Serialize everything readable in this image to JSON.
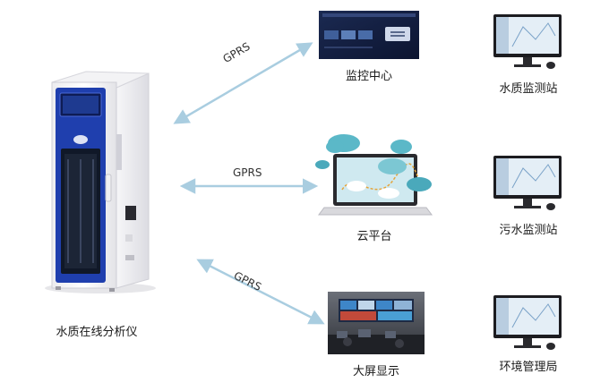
{
  "diagram": {
    "device_label": "水质在线分析仪",
    "link_label": "GPRS",
    "targets": [
      {
        "id": "monitoring-center",
        "label": "监控中心"
      },
      {
        "id": "cloud-platform",
        "label": "云平台"
      },
      {
        "id": "big-screen",
        "label": "大屏显示"
      }
    ],
    "stations": [
      {
        "id": "water-quality-station",
        "label": "水质监测站"
      },
      {
        "id": "sewage-station",
        "label": "污水监测站"
      },
      {
        "id": "environment-bureau",
        "label": "环境管理局"
      }
    ]
  },
  "colors": {
    "arrow": "#a9cde0",
    "device_blue": "#1f3fae",
    "cloud_teal": "#5bb8c8"
  },
  "icons": {
    "device": "analyzer-cabinet",
    "monitor": "dashboard-screen",
    "cloud": "cloud-laptop",
    "screen": "control-room-photo",
    "station": "computer-monitor"
  }
}
